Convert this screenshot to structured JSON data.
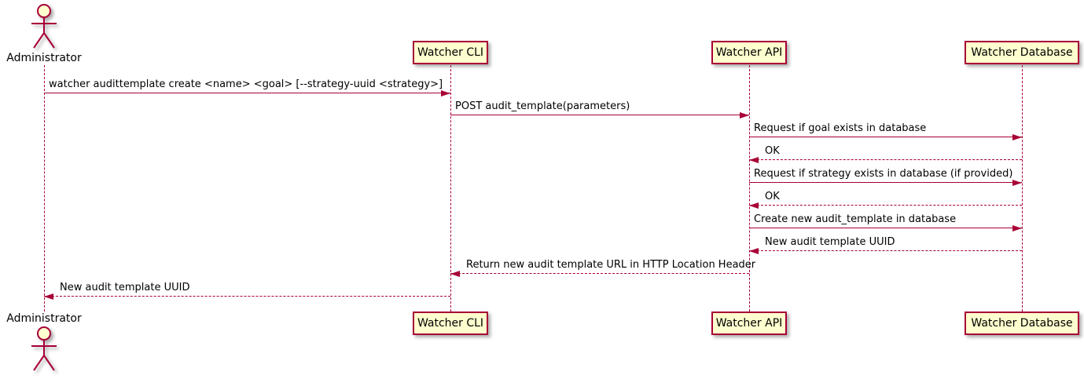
{
  "diagram": {
    "type": "sequence-diagram",
    "colors": {
      "line": "#A80036",
      "participant_fill": "#FEFECE",
      "participant_border": "#A80036",
      "text": "#000000",
      "background": "#FFFFFF"
    },
    "actors": [
      {
        "name": "Administrator"
      }
    ],
    "participants": [
      {
        "label": "Watcher CLI"
      },
      {
        "label": "Watcher API"
      },
      {
        "label": "Watcher Database"
      }
    ],
    "messages": [
      {
        "text": "watcher audittemplate create <name> <goal> [--strategy-uuid <strategy>]",
        "from": "Administrator",
        "to": "Watcher CLI",
        "line": "solid",
        "direction": "right"
      },
      {
        "text": "POST audit_template(parameters)",
        "from": "Watcher CLI",
        "to": "Watcher API",
        "line": "solid",
        "direction": "right"
      },
      {
        "text": "Request if goal exists in database",
        "from": "Watcher API",
        "to": "Watcher Database",
        "line": "solid",
        "direction": "right"
      },
      {
        "text": "OK",
        "from": "Watcher Database",
        "to": "Watcher API",
        "line": "dashed",
        "direction": "left"
      },
      {
        "text": "Request if strategy exists in database (if provided)",
        "from": "Watcher API",
        "to": "Watcher Database",
        "line": "solid",
        "direction": "right"
      },
      {
        "text": "OK",
        "from": "Watcher Database",
        "to": "Watcher API",
        "line": "dashed",
        "direction": "left"
      },
      {
        "text": "Create new audit_template in database",
        "from": "Watcher API",
        "to": "Watcher Database",
        "line": "solid",
        "direction": "right"
      },
      {
        "text": "New audit template UUID",
        "from": "Watcher Database",
        "to": "Watcher API",
        "line": "dashed",
        "direction": "left"
      },
      {
        "text": "Return new audit template URL in HTTP Location Header",
        "from": "Watcher API",
        "to": "Watcher CLI",
        "line": "dashed",
        "direction": "left"
      },
      {
        "text": "New audit template UUID",
        "from": "Watcher CLI",
        "to": "Administrator",
        "line": "dashed",
        "direction": "left"
      }
    ]
  }
}
